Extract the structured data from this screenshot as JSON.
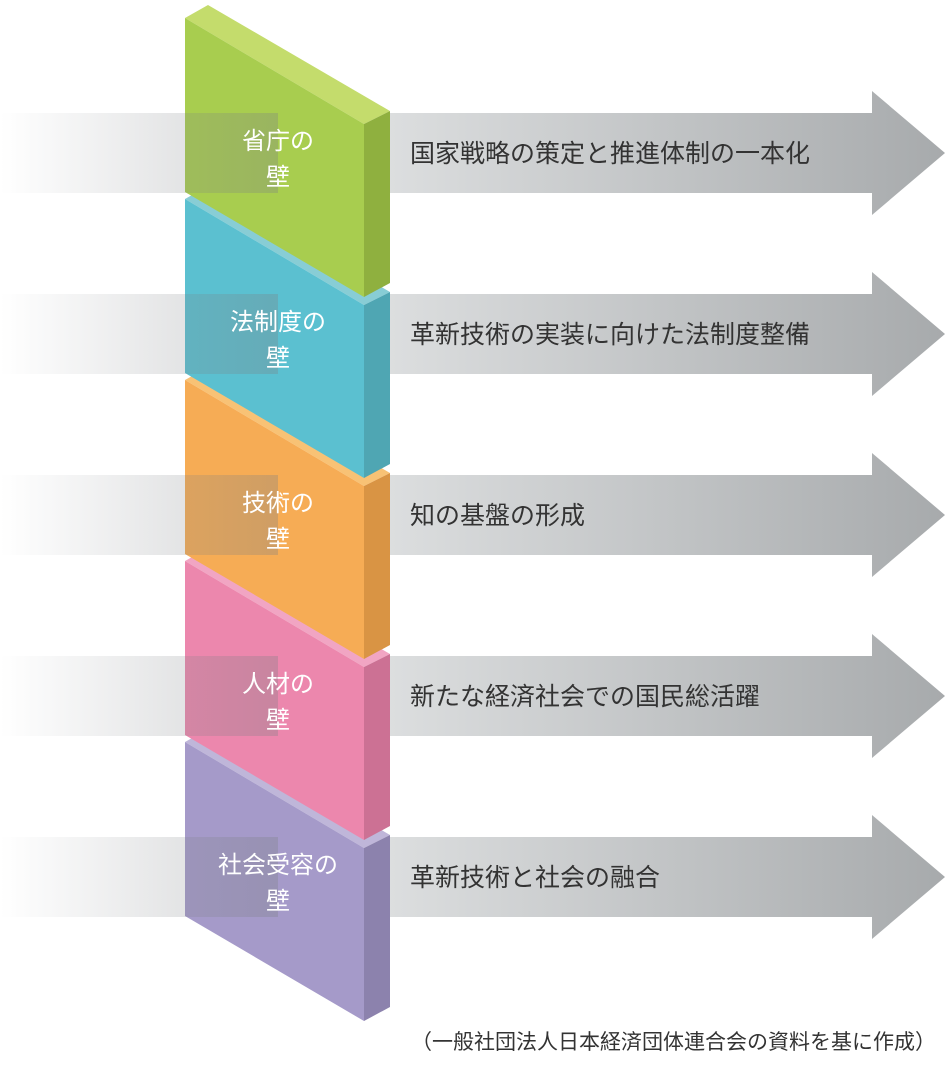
{
  "rows": [
    {
      "wall": [
        "省庁の",
        "壁"
      ],
      "action": "国家戦略の策定と推進体制の一本化",
      "colors": {
        "front": "#a8cd4f",
        "top": "#c4dc6c",
        "side": "#8fb03f"
      }
    },
    {
      "wall": [
        "法制度の",
        "壁"
      ],
      "action": "革新技術の実装に向けた法制度整備",
      "colors": {
        "front": "#5bc0d0",
        "top": "#88cdd5",
        "side": "#4fa6b3"
      }
    },
    {
      "wall": [
        "技術の",
        "壁"
      ],
      "action": "知の基盤の形成",
      "colors": {
        "front": "#f6ac55",
        "top": "#f8c275",
        "side": "#d99444"
      }
    },
    {
      "wall": [
        "人材の",
        "壁"
      ],
      "action": "新たな経済社会での国民総活躍",
      "colors": {
        "front": "#ec87ad",
        "top": "#f1a5c3",
        "side": "#cc7194"
      }
    },
    {
      "wall": [
        "社会受容の",
        "壁"
      ],
      "action": "革新技術と社会の融合",
      "colors": {
        "front": "#a59ac9",
        "top": "#bfb6d9",
        "side": "#8c82ad"
      }
    }
  ],
  "footnote": "（一般社団法人日本経済団体連合会の資料を基に作成）"
}
